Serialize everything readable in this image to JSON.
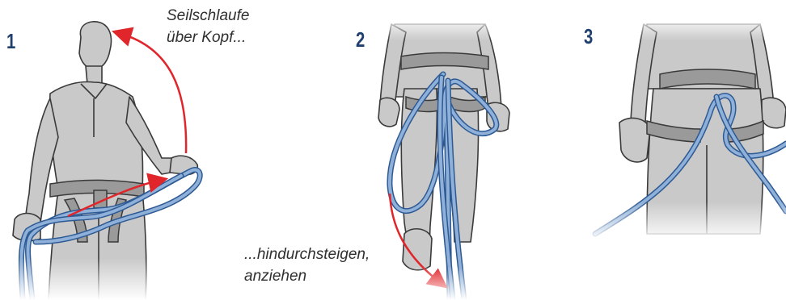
{
  "steps": [
    {
      "number": "1"
    },
    {
      "number": "2"
    },
    {
      "number": "3"
    }
  ],
  "captions": {
    "step1_line1": "Seilschlaufe",
    "step1_line2": "über Kopf...",
    "step2_line1": "...hindurchsteigen,",
    "step2_line2": "anziehen"
  },
  "colors": {
    "step_number": "#1f3f6e",
    "rope": "#8fb0d8",
    "rope_outline": "#2e5a94",
    "arrow": "#e0262b",
    "figure_fill": "#c9c9c9",
    "figure_outline": "#3a3a3a",
    "harness": "#9a9a9a"
  }
}
